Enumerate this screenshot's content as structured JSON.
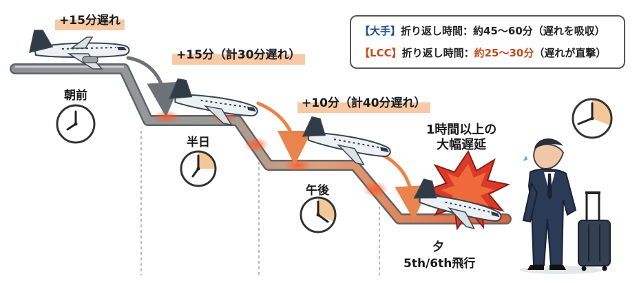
{
  "colors": {
    "track": "#8c9298",
    "track_delayed": "#e07a4a",
    "arrow_gray": "#6b7278",
    "arrow_orange": "#e8844c",
    "burst": "#d93a2a",
    "legend_major": "#1c4e8a",
    "legend_lcc": "#c44a1e"
  },
  "legend": {
    "major_tag": "【大手】",
    "major_text": "折り返し時間：約45〜60分（遅れを吸収）",
    "lcc_tag": "【LCC】",
    "lcc_prefix": "折り返し時間：",
    "lcc_highlight": "約25〜30分",
    "lcc_suffix": "（遅れが直撃）"
  },
  "periods": {
    "morning": "朝前",
    "noon": "半日",
    "afternoon": "午後",
    "evening": "夕",
    "flights": "5th/6th飛行"
  },
  "delays": {
    "first": "+15分遅れ",
    "second": "+15分（計30分遅れ）",
    "third": "+10分（計40分遅れ）",
    "big_line1": "1時間以上の",
    "big_line2": "大幅遅延"
  },
  "icons": {
    "plane": "airplane-icon",
    "clock": "clock-icon",
    "person": "tired-businessman-illustration",
    "luggage": "suitcase-icon",
    "burst": "explosion-burst-icon"
  }
}
